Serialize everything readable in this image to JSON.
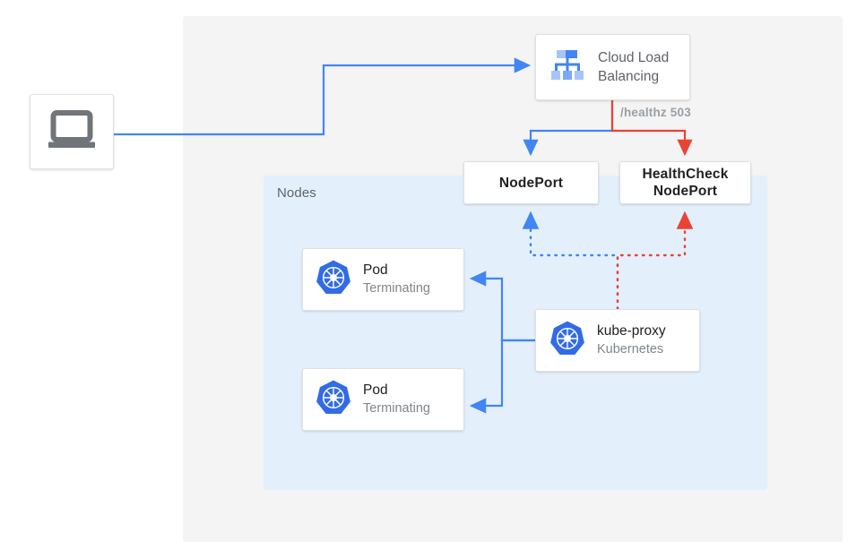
{
  "diagram": {
    "title_absent": true,
    "panels": {
      "outer_label": "",
      "nodes_label": "Nodes"
    },
    "colors": {
      "blue": "#4285f4",
      "red": "#ea4335",
      "kubernetes_blue": "#326ce5",
      "panel_gray": "#f4f4f4",
      "panel_blue": "#e3f0fc",
      "text_dark": "#202124",
      "text_gray": "#5f6368",
      "text_muted": "#80868b",
      "label_gray": "#9aa0a6"
    },
    "nodes": {
      "client": {
        "icon": "laptop-icon",
        "label": ""
      },
      "cloud_load_balancing": {
        "icon": "cloud-load-balancing-icon",
        "line1": "Cloud Load",
        "line2": "Balancing"
      },
      "nodeport": {
        "label": "NodePort"
      },
      "healthcheck_nodeport": {
        "line1": "HealthCheck",
        "line2": "NodePort"
      },
      "pod_1": {
        "icon": "kubernetes-icon",
        "title": "Pod",
        "subtitle": "Terminating"
      },
      "pod_2": {
        "icon": "kubernetes-icon",
        "title": "Pod",
        "subtitle": "Terminating"
      },
      "kube_proxy": {
        "icon": "kubernetes-icon",
        "title": "kube-proxy",
        "subtitle": "Kubernetes"
      }
    },
    "edges": {
      "healthz_label": "/healthz 503"
    }
  }
}
